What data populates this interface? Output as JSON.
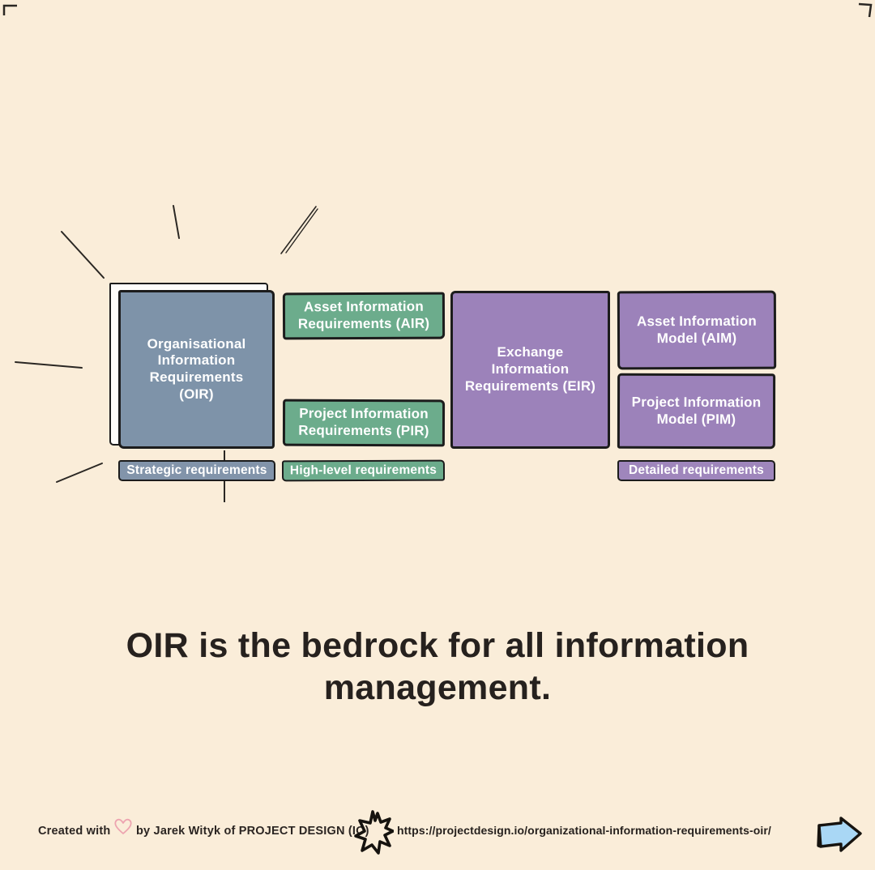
{
  "page": {
    "background_color": "#faedd9",
    "heading": "OIR is the bedrock for all information management."
  },
  "diagram": {
    "oir": {
      "label": "Organisational Information Requirements (OIR)",
      "color": "#7e93a9"
    },
    "air": {
      "label": "Asset Information Requirements (AIR)",
      "color": "#6cac8c"
    },
    "pir": {
      "label": "Project Information Requirements (PIR)",
      "color": "#6cac8c"
    },
    "eir": {
      "label": "Exchange Information Requirements (EIR)",
      "color": "#9c82ba"
    },
    "aim": {
      "label": "Asset Information Model (AIM)",
      "color": "#9c82ba"
    },
    "pim": {
      "label": "Project Information Model (PIM)",
      "color": "#9c82ba"
    },
    "tiers": {
      "strategic": {
        "label": "Strategic requirements",
        "color": "#8294aa"
      },
      "highlevel": {
        "label": "High-level requirements",
        "color": "#6cac8c"
      },
      "detailed": {
        "label": "Detailed requirements",
        "color": "#9f86bc"
      }
    }
  },
  "footer": {
    "credit_prefix": "Created with",
    "credit_suffix": "by Jarek Wityk of PROJECT DESIGN (IO)",
    "url": "https://projectdesign.io/organizational-information-requirements-oir/",
    "icons": {
      "heart": "heart-outline-icon",
      "star": "burst-star-icon",
      "arrow": "right-arrow-icon"
    },
    "accent_colors": {
      "heart_stroke": "#eda4b0",
      "arrow_fill": "#a9d7f5"
    }
  }
}
